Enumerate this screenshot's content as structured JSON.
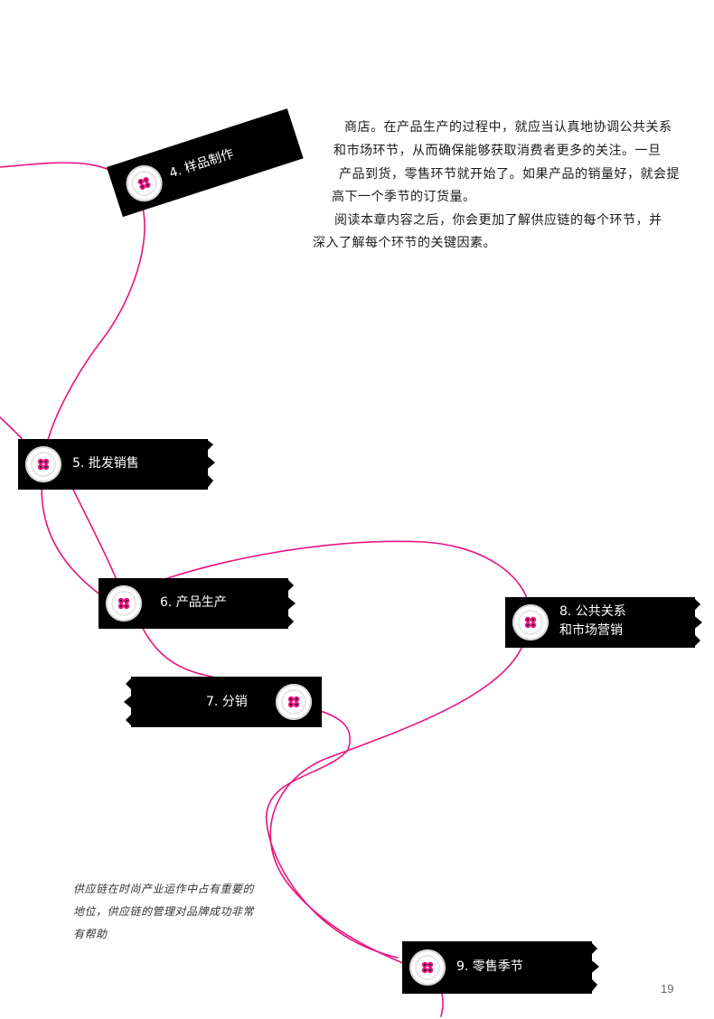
{
  "body_text": {
    "paragraph_1_lines": [
      "商店。在产品生产的过程中，就应当认真地协调公共关系",
      "和市场环节，从而确保能够获取消费者更多的关注。一旦",
      "产品到货，零售环节就开始了。如果产品的销量好，就会提",
      "高下一个季节的订货量。"
    ],
    "paragraph_2_lines": [
      "阅读本章内容之后，你会更加了解供应链的每个环节，并",
      "深入了解每个环节的关键因素。"
    ]
  },
  "tags": {
    "step_4": "4. 样品制作",
    "step_5": "5. 批发销售",
    "step_6": "6. 产品生产",
    "step_7": "7. 分销",
    "step_8_line1": "8. 公共关系",
    "step_8_line2": "和市场营销",
    "step_9": "9. 零售季节"
  },
  "caption_lines": [
    "供应链在时尚产业运作中占有重要的",
    "地位，供应链的管理对品牌成功非常",
    "有帮助"
  ],
  "page_number": "19",
  "colors": {
    "thread": "#e8157e",
    "tag_background": "#000000",
    "button_center": "#e8157e"
  }
}
